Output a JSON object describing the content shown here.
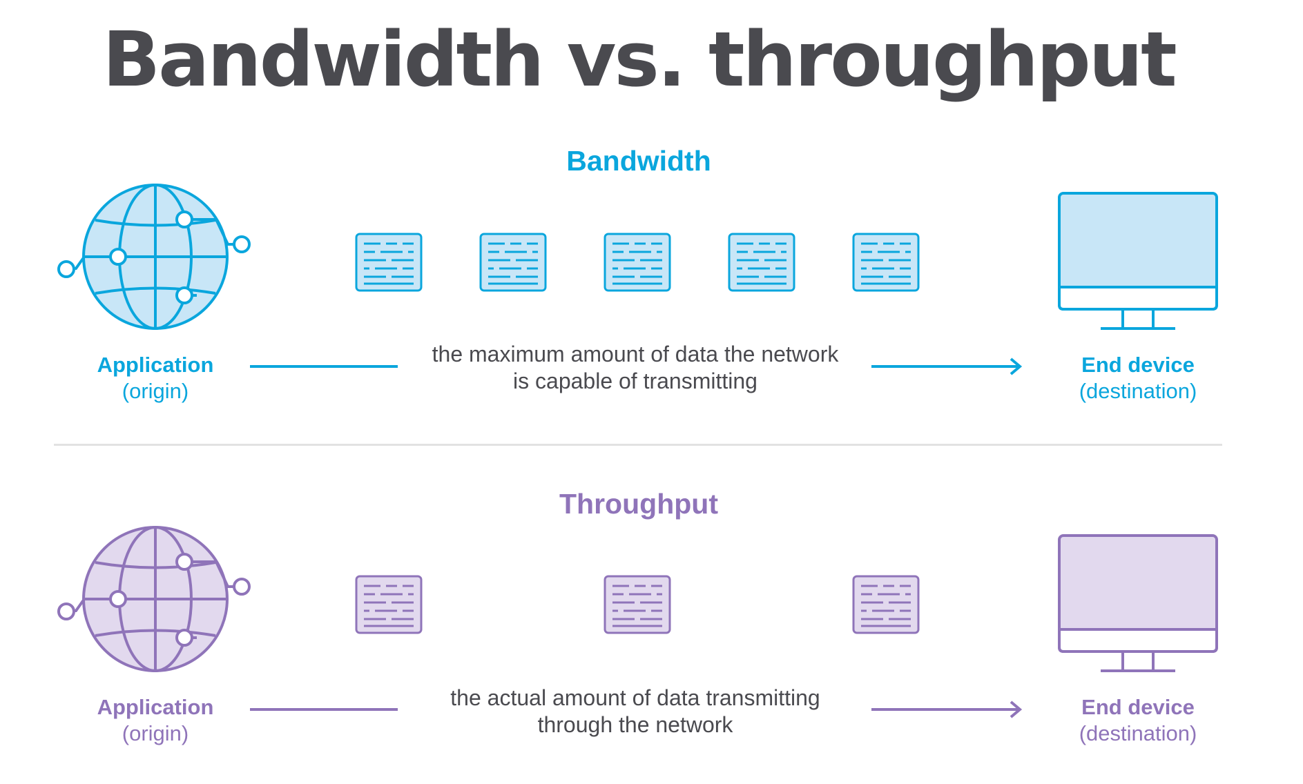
{
  "title": "Bandwidth vs. throughput",
  "colors": {
    "bandwidth_stroke": "#0aa6dd",
    "bandwidth_fill": "#c8e6f7",
    "throughput_stroke": "#8f74b9",
    "throughput_fill": "#e2d9ee",
    "title_text": "#4a4a4f"
  },
  "bandwidth": {
    "heading": "Bandwidth",
    "origin": {
      "label": "Application",
      "sub": "(origin)",
      "icon": "globe-icon"
    },
    "destination": {
      "label": "End device",
      "sub": "(destination)",
      "icon": "monitor-icon"
    },
    "description_line1": "the maximum amount of data the network",
    "description_line2": "is capable of transmitting",
    "packet_count": 5
  },
  "throughput": {
    "heading": "Throughput",
    "origin": {
      "label": "Application",
      "sub": "(origin)",
      "icon": "globe-icon"
    },
    "destination": {
      "label": "End device",
      "sub": "(destination)",
      "icon": "monitor-icon"
    },
    "description_line1": "the actual amount of data transmitting",
    "description_line2": "through the network",
    "packet_count": 3
  }
}
